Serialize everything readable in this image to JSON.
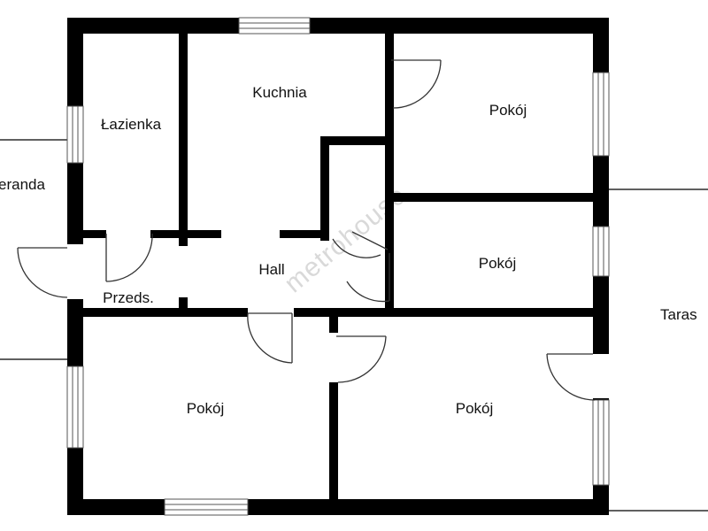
{
  "rooms": {
    "lazienka": "Łazienka",
    "kuchnia": "Kuchnia",
    "pokoj_top_right": "Pokój",
    "pokoj_mid_right": "Pokój",
    "hall": "Hall",
    "przeds": "Przeds.",
    "pokoj_bottom_left": "Pokój",
    "pokoj_bottom_right": "Pokój"
  },
  "outside": {
    "weranda": "eranda",
    "taras": "Taras"
  },
  "watermark": "metrohouse",
  "colors": {
    "walls": "#000000",
    "background": "#ffffff",
    "watermark": "#d9d9d9"
  }
}
